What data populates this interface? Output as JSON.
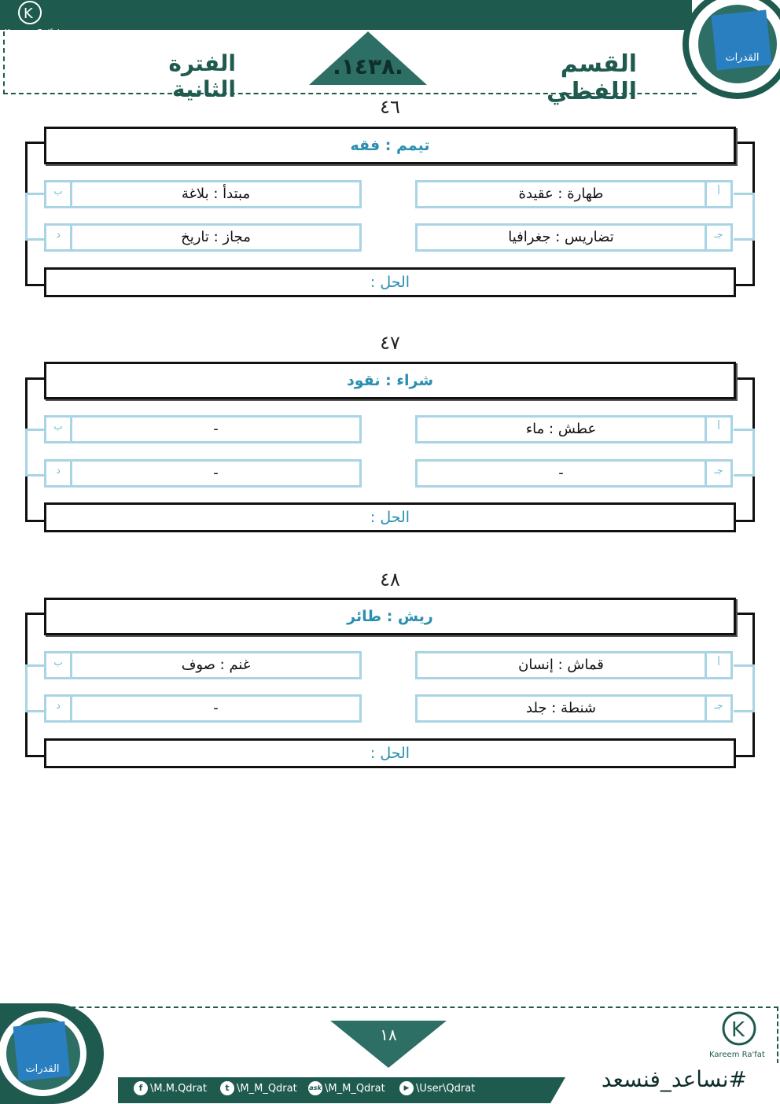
{
  "header": {
    "brand": "Kareem Ra'fat",
    "section_title": "القسم اللفظي",
    "period_title": "الفترة الثانية",
    "year": ".١٤٣٨.",
    "logo_text": "القدرات"
  },
  "questions": [
    {
      "number": "٤٦",
      "stem": "تيمم : فقه",
      "options": [
        {
          "letter": "أ",
          "text": "طهارة : عقيدة"
        },
        {
          "letter": "ب",
          "text": "مبتدأ : بلاغة"
        },
        {
          "letter": "جـ",
          "text": "تضاريس : جغرافيا"
        },
        {
          "letter": "د",
          "text": "مجاز : تاريخ"
        }
      ],
      "solution_label": "الحل :"
    },
    {
      "number": "٤٧",
      "stem": "شراء : نقود",
      "options": [
        {
          "letter": "أ",
          "text": "عطش : ماء"
        },
        {
          "letter": "ب",
          "text": "-"
        },
        {
          "letter": "جـ",
          "text": "-"
        },
        {
          "letter": "د",
          "text": "-"
        }
      ],
      "solution_label": "الحل :"
    },
    {
      "number": "٤٨",
      "stem": "ريش : طائر",
      "options": [
        {
          "letter": "أ",
          "text": "قماش : إنسان"
        },
        {
          "letter": "ب",
          "text": "غنم : صوف"
        },
        {
          "letter": "جـ",
          "text": "شنطة : جلد"
        },
        {
          "letter": "د",
          "text": "-"
        }
      ],
      "solution_label": "الحل :"
    }
  ],
  "footer": {
    "page_number": "١٨",
    "brand": "Kareem Ra'fat",
    "hashtag": "#نساعد_فنسعد",
    "social": [
      {
        "icon": "facebook-icon",
        "glyph": "f",
        "handle": "\\M.M.Qdrat"
      },
      {
        "icon": "twitter-icon",
        "glyph": "t",
        "handle": "\\M_M_Qdrat"
      },
      {
        "icon": "ask-icon",
        "glyph": "ask",
        "handle": "\\M_M_Qdrat"
      },
      {
        "icon": "youtube-icon",
        "glyph": "▶",
        "handle": "\\User\\Qdrat"
      }
    ],
    "logo_text": "القدرات"
  },
  "colors": {
    "dark_green": "#1f5a4f",
    "accent_blue": "#2a8fb0",
    "option_border": "#a9d4e3"
  }
}
